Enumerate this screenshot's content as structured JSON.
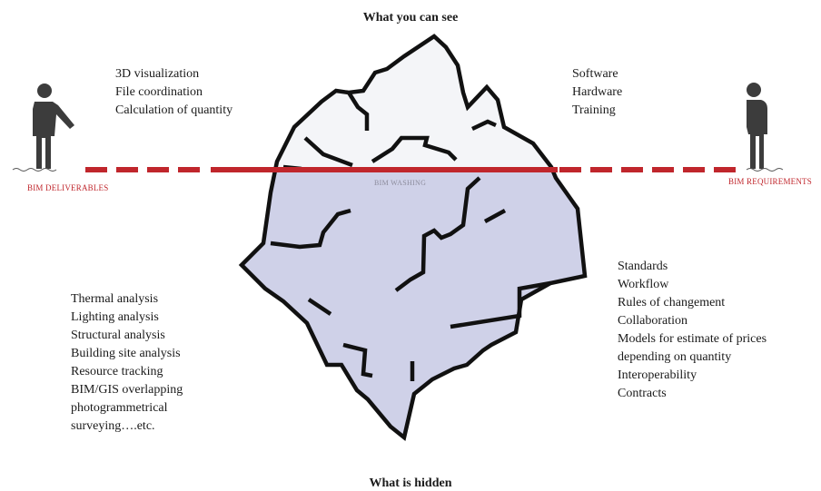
{
  "titles": {
    "top": "What you can see",
    "bottom": "What is hidden"
  },
  "labels": {
    "left": "BIM DELIVERABLES",
    "right": "BIM REQUIREMENTS",
    "center": "BIM WASHING"
  },
  "lists": {
    "top_left": [
      "3D visualization",
      "File coordination",
      "Calculation of quantity"
    ],
    "top_right": [
      "Software",
      "Hardware",
      "Training"
    ],
    "bottom_left": [
      "Thermal analysis",
      "Lighting analysis",
      "Structural analysis",
      "Building site analysis",
      "Resource tracking",
      "BIM/GIS overlapping",
      "photogrammetrical",
      "surveying….etc."
    ],
    "bottom_right": [
      "Standards",
      "Workflow",
      "Rules of changement",
      "Collaboration",
      "Models for estimate of prices",
      "depending on quantity",
      "Interoperability",
      "Contracts"
    ]
  },
  "icons": {
    "left_figure": "person-pointing-icon",
    "right_figure": "person-standing-icon"
  },
  "colors": {
    "waterline": "#c0262c",
    "ice_above": "#f4f5f8",
    "ice_below": "#cfd1e8",
    "outline": "#111111",
    "figure": "#3c3c3c"
  }
}
